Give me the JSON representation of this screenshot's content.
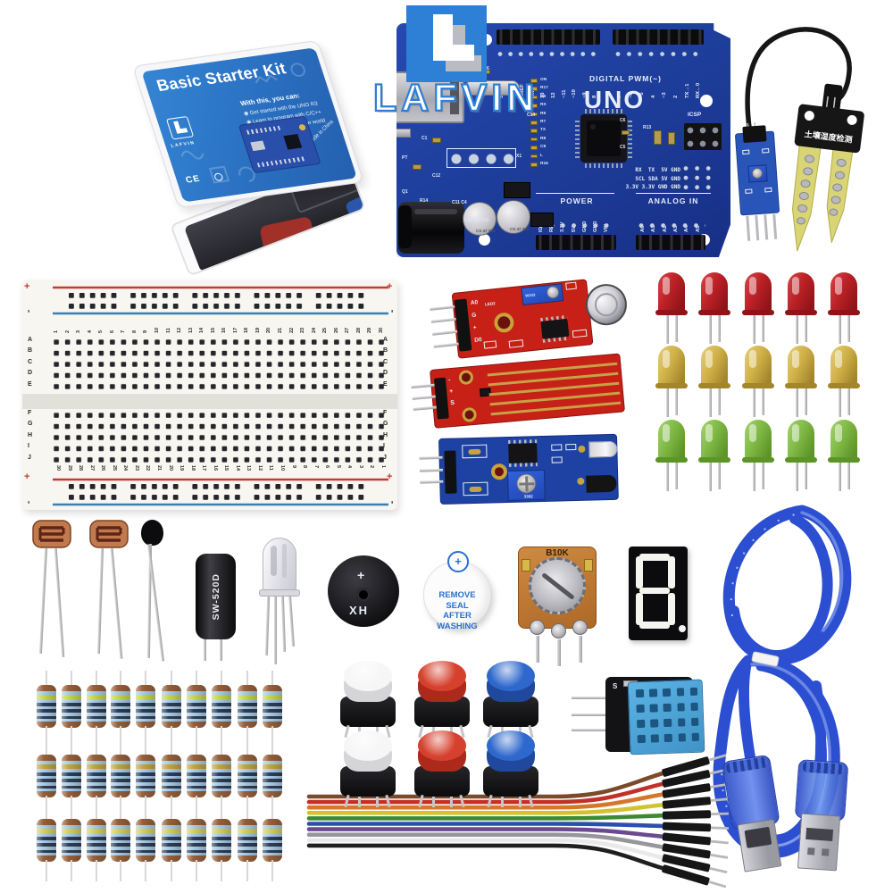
{
  "brand": {
    "name": "LAFVIN",
    "blue": "#2e7fd6"
  },
  "box": {
    "brand": "LAFVIN",
    "title": "Basic Starter Kit",
    "tagline": "With this, you can:",
    "bullets": [
      "Get started with the UNO R3",
      "Learn to program with C/C++",
      "Open the door to a new world"
    ],
    "made_in": "Made in China",
    "ce": "CE"
  },
  "arduino": {
    "model": "UNO",
    "digital_label": "DIGITAL PWM(~)",
    "digital_pins": [
      "SCL",
      "SDA",
      "AREF",
      "GND",
      "13",
      "12",
      "~11",
      "~10",
      "~9",
      "8",
      "7",
      "~6",
      "~5",
      "4",
      "~3",
      "2",
      "TX→1",
      "RX←0"
    ],
    "icsp": "ICSP",
    "comm_rows": [
      "RX  TX  5V GND",
      "SCL SDA 5V GND",
      "3.3V 3.3V GND GND"
    ],
    "power_label": "POWER",
    "analog_label": "ANALOG IN",
    "power_pins": [
      "IOREF",
      "RESET",
      "3.3V",
      "5V",
      "GND",
      "GND",
      "VIN"
    ],
    "analog_pins": [
      "A0",
      "A1",
      "A2",
      "A3",
      "A4",
      "A5"
    ],
    "led_column": [
      "ON",
      "R17",
      "R6",
      "RX",
      "R9",
      "R7",
      "TX",
      "R8",
      "C8",
      "L",
      "R16"
    ],
    "cap_label": "CS 47 25V",
    "refs": [
      "C20 C16",
      "C14",
      "C1",
      "PT",
      "C12",
      "Q1",
      "R14",
      "C11 C4",
      "C13 U5 C15",
      "X1",
      "C6",
      "R13",
      "C5"
    ]
  },
  "soil_sensor": {
    "probe_label": "土壤湿度检测"
  },
  "sound_sensor": {
    "pins": [
      "A0",
      "G",
      "+",
      "D0"
    ],
    "led_ref": "LED2",
    "pot_ref": "W103"
  },
  "water_sensor": {
    "pins": [
      "-",
      "+",
      "S"
    ]
  },
  "ir_sensor": {
    "pot": "3362"
  },
  "breadboard": {
    "plus": "+",
    "minus": "-",
    "letters_top": [
      "A",
      "B",
      "C",
      "D",
      "E"
    ],
    "letters_bottom": [
      "F",
      "G",
      "H",
      "I",
      "J"
    ],
    "columns": 30
  },
  "leds": {
    "per_row": 5,
    "rows": [
      {
        "name": "red",
        "top": "#d8454a",
        "base": "#bb2127",
        "dark": "#8f1418"
      },
      {
        "name": "yellow",
        "top": "#e6d078",
        "base": "#d0b148",
        "dark": "#a3862c"
      },
      {
        "name": "green",
        "top": "#a6d46e",
        "base": "#7fb944",
        "dark": "#5d9428"
      }
    ]
  },
  "components": {
    "tilt_label": "SW-520D",
    "buzzer_black": {
      "plus": "+",
      "label": "XH"
    },
    "buzzer_white": {
      "plus": "+",
      "lines": [
        "REMOVE",
        "SEAL",
        "AFTER",
        "WASHING"
      ]
    },
    "pot_label": "B10K",
    "display_value": "8."
  },
  "dht11": {
    "pin": "S"
  },
  "resistors": {
    "per_row": 10,
    "rows": [
      {
        "band": "#c9d44e"
      },
      {
        "band": "#c9a23e"
      },
      {
        "band": "#d8ce5e"
      }
    ]
  },
  "buttons": {
    "grid": [
      [
        {
          "top": "#f6f6f6",
          "side": "#d5d5d8"
        },
        {
          "top": "#d6412e",
          "side": "#ad291b"
        },
        {
          "top": "#2f68cc",
          "side": "#20489e"
        }
      ],
      [
        {
          "top": "#f6f6f6",
          "side": "#d5d5d8"
        },
        {
          "top": "#d6412e",
          "side": "#ad291b"
        },
        {
          "top": "#2f68cc",
          "side": "#20489e"
        }
      ]
    ]
  },
  "jumpers": {
    "colors": [
      "#7a4a2b",
      "#c23127",
      "#d4772a",
      "#d2c230",
      "#3d8a33",
      "#2b4fae",
      "#6c4a90",
      "#97979b",
      "#e9e9e9",
      "#1f1f1f"
    ]
  },
  "usb": {
    "cable": "#2b4fd0",
    "highlight": "#7591ea"
  }
}
